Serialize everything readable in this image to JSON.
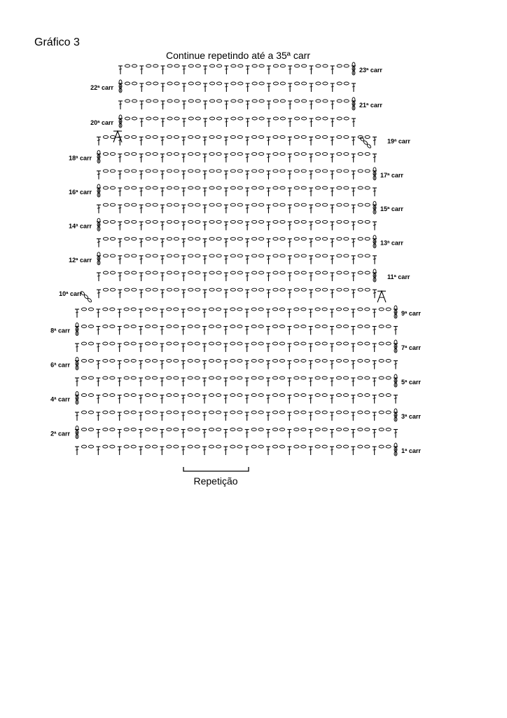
{
  "title": "Gráfico 3",
  "top_note": "Continue repetindo até a 35ª carr",
  "repeat_label": "Repetição",
  "legend_symbols": [
    "dc-stitch-icon",
    "chain-icon",
    "turning-chain-icon",
    "decrease-icon"
  ],
  "rows": [
    {
      "number": 1,
      "label": "1ª carr",
      "side": "right"
    },
    {
      "number": 2,
      "label": "2ª carr",
      "side": "left"
    },
    {
      "number": 3,
      "label": "3ª carr",
      "side": "right"
    },
    {
      "number": 4,
      "label": "4ª carr",
      "side": "left"
    },
    {
      "number": 5,
      "label": "5ª carr",
      "side": "right"
    },
    {
      "number": 6,
      "label": "6ª carr",
      "side": "left"
    },
    {
      "number": 7,
      "label": "7ª carr",
      "side": "right"
    },
    {
      "number": 8,
      "label": "8ª carr",
      "side": "left"
    },
    {
      "number": 9,
      "label": "9ª carr",
      "side": "right"
    },
    {
      "number": 10,
      "label": "10ª carr",
      "side": "left"
    },
    {
      "number": 11,
      "label": "11ª carr",
      "side": "right"
    },
    {
      "number": 12,
      "label": "12ª carr",
      "side": "left"
    },
    {
      "number": 13,
      "label": "13ª carr",
      "side": "right"
    },
    {
      "number": 14,
      "label": "14ª carr",
      "side": "left"
    },
    {
      "number": 15,
      "label": "15ª carr",
      "side": "right"
    },
    {
      "number": 16,
      "label": "16ª carr",
      "side": "left"
    },
    {
      "number": 17,
      "label": "17ª carr",
      "side": "right"
    },
    {
      "number": 18,
      "label": "18ª carr",
      "side": "left"
    },
    {
      "number": 19,
      "label": "19ª carr",
      "side": "right"
    },
    {
      "number": 20,
      "label": "20ª carr",
      "side": "left"
    },
    {
      "number": 21,
      "label": "21ª carr",
      "side": "right"
    },
    {
      "number": 22,
      "label": "22ª carr",
      "side": "left"
    },
    {
      "number": 23,
      "label": "23ª carr",
      "side": "right"
    }
  ]
}
